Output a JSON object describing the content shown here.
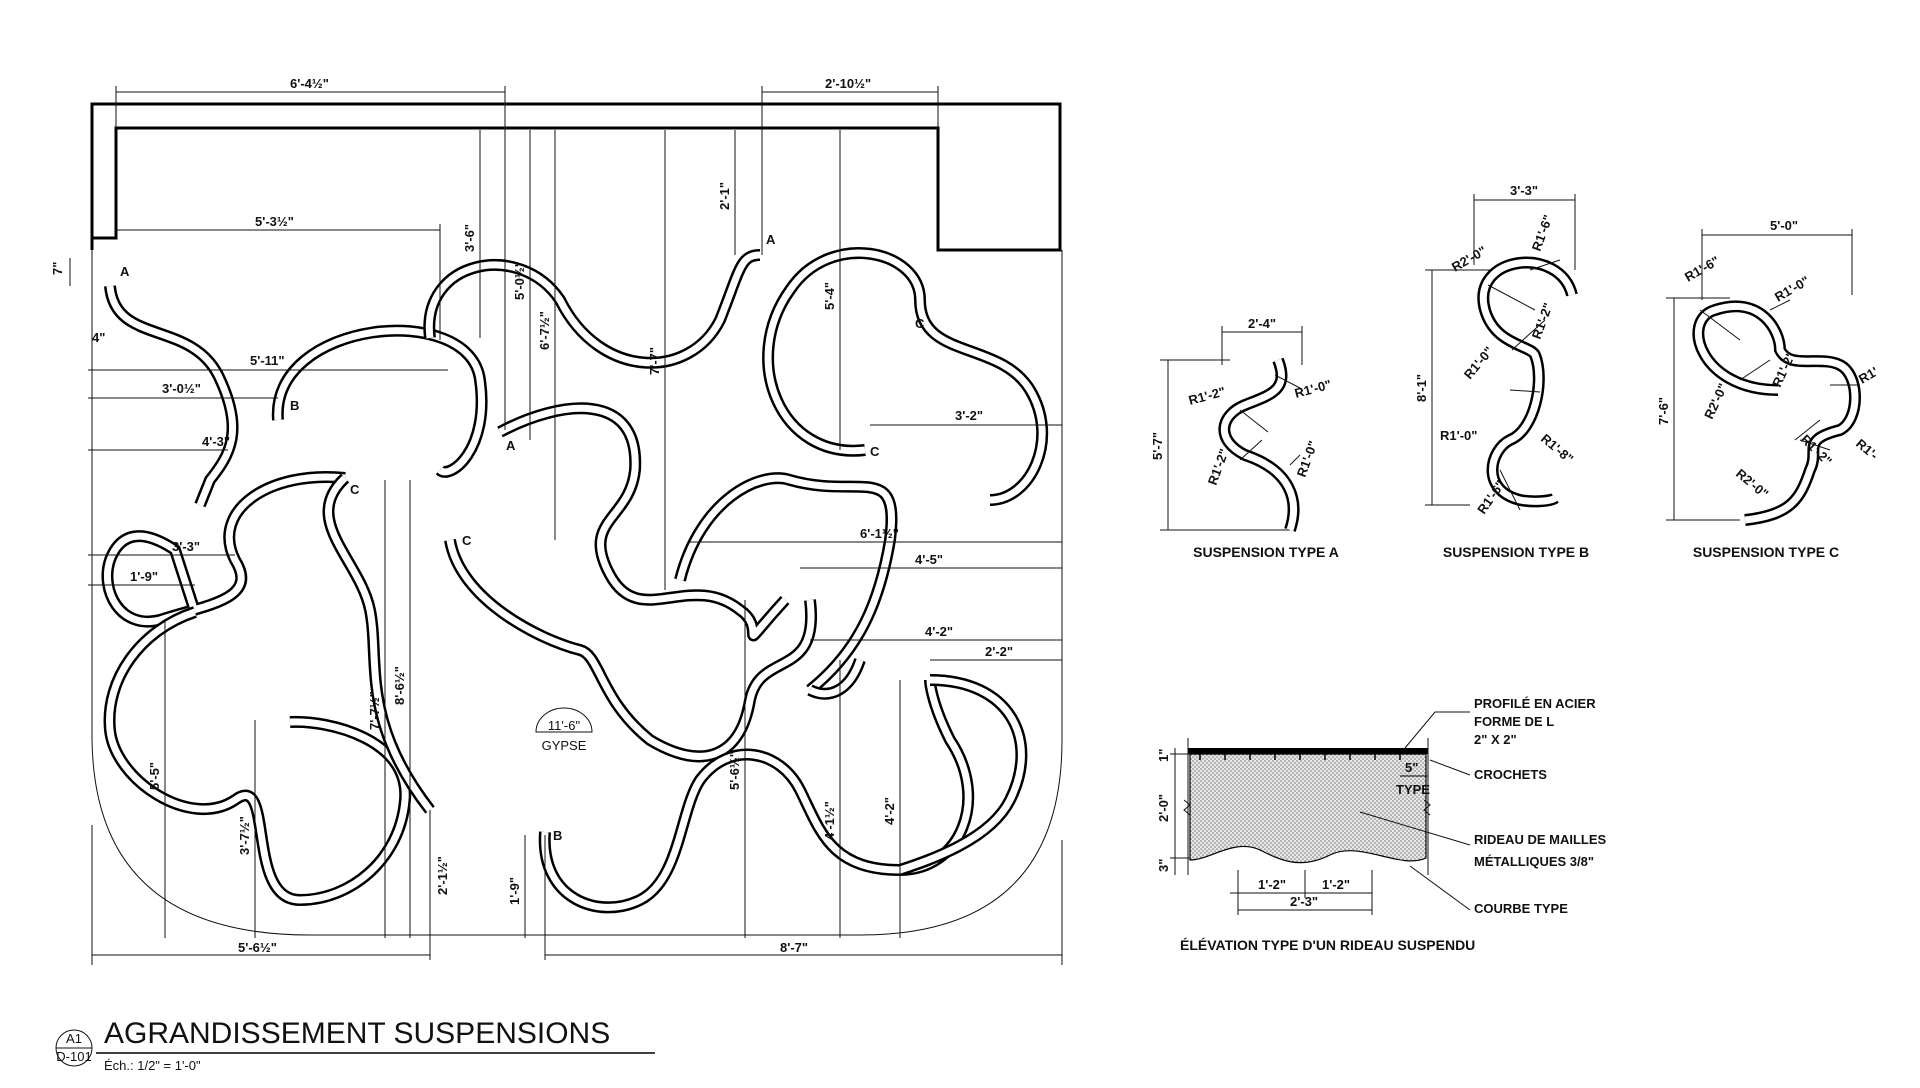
{
  "plan": {
    "dims": {
      "top_width": "6'-4½\"",
      "top_right": "2'-10½\"",
      "inner_width": "5'-3½\"",
      "d_7": "7\"",
      "d_4": "4\"",
      "d_5_11": "5'-11\"",
      "d_3_0_5": "3'-0½\"",
      "d_4_3": "4'-3\"",
      "d_3_3": "3'-3\"",
      "d_1_9": "1'-9\"",
      "d_3_6": "3'-6\"",
      "d_5_0_5": "5'-0½\"",
      "d_6_7_5": "6'-7½\"",
      "d_2_1": "2'-1\"",
      "d_5_4": "5'-4\"",
      "d_7_7": "7'-7\"",
      "d_3_2": "3'-2\"",
      "d_6_1_5": "6'-1½\"",
      "d_4_5": "4'-5\"",
      "d_4_2a": "4'-2\"",
      "d_2_2": "2'-2\"",
      "d_5_5": "5'-5\"",
      "d_3_7_5": "3'-7½\"",
      "d_7_7_5": "7'-7½\"",
      "d_8_6_5": "8'-6½\"",
      "d_2_1_5": "2'-1½\"",
      "d_1_9b": "1'-9\"",
      "d_5_6_5": "5'-6½\"",
      "d_4_1_5": "4'-1½\"",
      "d_4_2b": "4'-2\"",
      "bottom_left": "5'-6½\"",
      "bottom_right": "8'-7\""
    },
    "markers": {
      "a1": "A",
      "a2": "A",
      "a3": "A",
      "b1": "B",
      "b2": "B",
      "c1": "C",
      "c2": "C",
      "c3": "C",
      "c4": "C"
    },
    "ceiling": {
      "height": "11'-6\"",
      "material": "GYPSE"
    }
  },
  "types": {
    "a": {
      "caption": "SUSPENSION TYPE A",
      "width": "2'-4\"",
      "height": "5'-7\"",
      "r1": "R1'-2\"",
      "r2": "R1'-0\"",
      "r3": "R1'-2\"",
      "r4": "R1'-0\""
    },
    "b": {
      "caption": "SUSPENSION TYPE B",
      "width": "3'-3\"",
      "height": "8'-1\"",
      "r1": "R2'-0\"",
      "r2": "R1'-6\"",
      "r3": "R1'-2\"",
      "r4": "R1'-0\"",
      "r5": "R1'-0\"",
      "r6": "R1'-8\"",
      "r7": "R1'-6\""
    },
    "c": {
      "caption": "SUSPENSION TYPE C",
      "width": "5'-0\"",
      "height": "7'-6\"",
      "r1": "R1'-6\"",
      "r2": "R1'-0\"",
      "r3": "R2'-0\"",
      "r4": "R1'-2\"",
      "r5": "R1'",
      "r6": "R1'-",
      "r7": "R1'-2\"",
      "r8": "R2'-0\""
    }
  },
  "elevation": {
    "caption": "ÉLÉVATION TYPE D'UN RIDEAU SUSPENDU",
    "profile": "PROFILÉ EN ACIER",
    "profile2": "FORME DE L",
    "profile3": "2\" X 2\"",
    "hooks": "CROCHETS",
    "curtain": "RIDEAU DE MAILLES",
    "curtain2": "MÉTALLIQUES 3/8\"",
    "curve": "COURBE TYPE",
    "spacing": "5\"",
    "spacing_label": "TYPE",
    "d_1": "1\"",
    "d_2_0": "2'-0\"",
    "d_3": "3\"",
    "d_1_2a": "1'-2\"",
    "d_1_2b": "1'-2\"",
    "d_2_3": "2'-3\""
  },
  "titleblock": {
    "ref": "A1",
    "sheet": "D-101",
    "title": "AGRANDISSEMENT SUSPENSIONS",
    "scale": "Éch.: 1/2\" = 1'-0\""
  }
}
